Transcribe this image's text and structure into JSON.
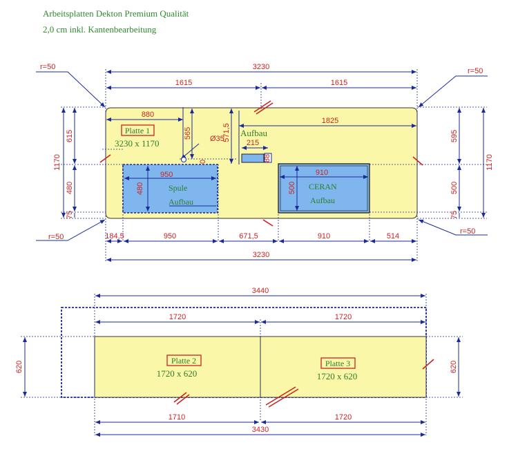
{
  "header": {
    "line1": "Arbeitsplatten Dekton Premium Qualität",
    "line2": "2,0 cm   inkl. Kantenbearbeitung"
  },
  "colors": {
    "panel": "#fbf7a8",
    "dim": "#cc2222",
    "cutout": "#7fb6ee",
    "blueline": "#1a2a9a",
    "label": "#2e7d2e"
  },
  "plate1": {
    "name": "Platte 1",
    "size": "3230 x 1170",
    "sink": {
      "line1": "Spule",
      "line2": "Aufbau",
      "w": "950",
      "h": "480"
    },
    "hob": {
      "line1": "CERAN",
      "line2": "Aufbau",
      "w": "910",
      "h": "500"
    },
    "socket": {
      "label": "Aufbau",
      "w": "215",
      "h": "88"
    },
    "radius": "r=50",
    "dims": {
      "top_total": "3230",
      "top_left": "1615",
      "top_right": "1615",
      "from_left_880": "880",
      "right_1825": "1825",
      "v565": "565",
      "v571": "571,5",
      "diam": "Ø35",
      "small": "40",
      "left_1170": "1170",
      "left_615": "615",
      "left_480": "480",
      "left_75": "75",
      "right_1170": "1170",
      "right_595": "595",
      "right_500": "500",
      "right_75": "75",
      "b1": "184,5",
      "b2": "950",
      "b3": "671,5",
      "b4": "910",
      "b5": "514",
      "bottom_total": "3230"
    }
  },
  "plate2": {
    "name": "Platte 2",
    "size": "1720 x 620"
  },
  "plate3": {
    "name": "Platte 3",
    "size": "1720 x 620"
  },
  "lower_dims": {
    "top_total": "3440",
    "top_left": "1720",
    "top_right": "1720",
    "bottom_left": "1710",
    "bottom_right": "1720",
    "bottom_total": "3430",
    "h_left": "620",
    "h_right": "620"
  }
}
